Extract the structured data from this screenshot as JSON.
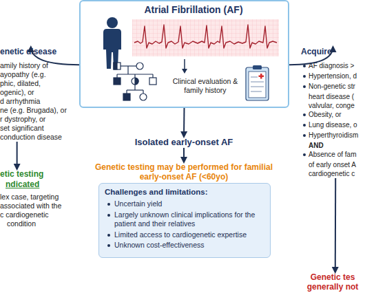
{
  "diagram": {
    "nodes": [
      {
        "text": [
          "Atrial Fibrillation (AF)",
          "Clinical evaluation & family history"
        ]
      },
      {
        "text": [
          "enetic disease",
          "amily history of",
          "ayopathy (e.g.",
          "phic, dilated,",
          "ogenic), or",
          "d arrhythmia",
          "ne (e.g. Brugada), or",
          "r dystrophy, or",
          "set significant",
          "conduction disease"
        ]
      },
      {
        "text": [
          "etic testing",
          "ndicated",
          "lex case, targeting",
          "associated with the",
          "c cardiogenetic",
          "condition"
        ]
      },
      {
        "text": [
          "Isolated early-onset AF"
        ]
      },
      {
        "text": [
          "Genetic testing may be performed for familial early-onset AF (<60yo)"
        ]
      },
      {
        "text": [
          "Challenges and limitations:",
          "Uncertain yield",
          "Largely unknown clinical implications for the patient and their relatives",
          "Limited access to cardiogenetic expertise",
          "Unknown cost-effectiveness"
        ]
      },
      {
        "text": [
          "Acquire",
          "AF diagnosis >",
          "Hypertension, d",
          "Non-genetic str",
          "heart disease (",
          "valvular, conge",
          "Obesity, or",
          "Lung disease, o",
          "Hyperthyroidism",
          "AND",
          "Absence of fam",
          "of early onset A",
          "cardiogenetic c"
        ]
      },
      {
        "text": [
          "Genetic tes",
          "generally not"
        ]
      }
    ],
    "edges": [
      {
        "from": 0,
        "to": 1,
        "arrow": "to"
      },
      {
        "from": 0,
        "to": 3,
        "arrow": "to"
      },
      {
        "from": 0,
        "to": 6,
        "arrow": "to"
      },
      {
        "from": 1,
        "to": 2,
        "arrow": "to"
      },
      {
        "from": 3,
        "to": 4,
        "arrow": "to"
      },
      {
        "from": 6,
        "to": 7,
        "arrow": "to"
      }
    ]
  }
}
